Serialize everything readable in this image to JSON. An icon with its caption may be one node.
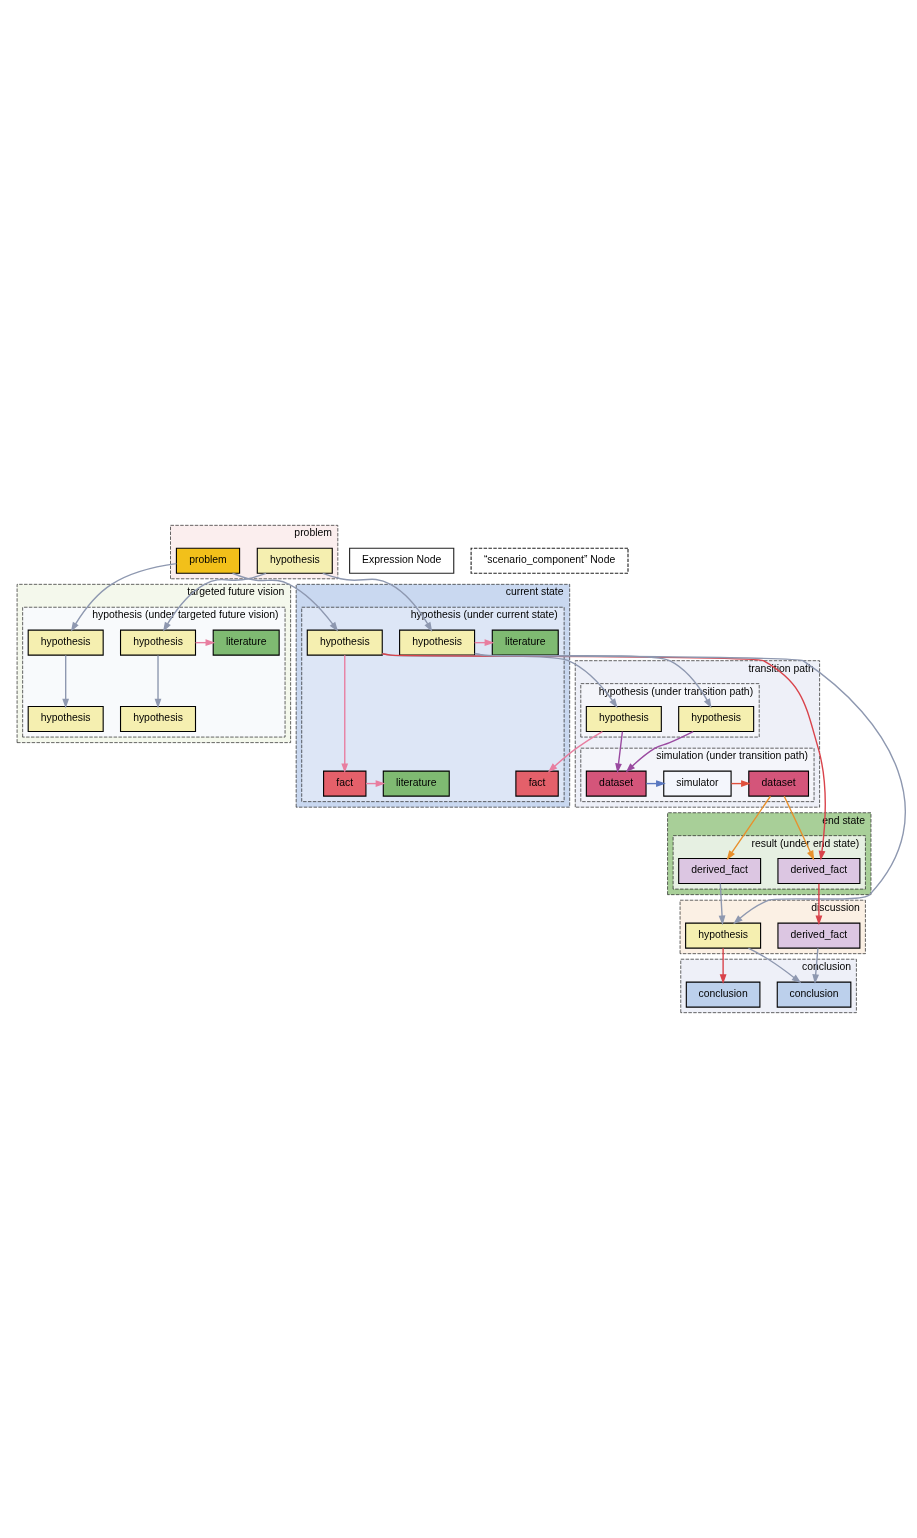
{
  "diagram": {
    "nodes": [
      {
        "text": [
          "problem"
        ]
      },
      {
        "text": [
          "problem"
        ],
        "in": 0
      },
      {
        "text": [
          "hypothesis"
        ],
        "in": 0
      },
      {
        "text": [
          "targeted future vision"
        ]
      },
      {
        "text": [
          "hypothesis (under targeted future vision)"
        ],
        "in": 3
      },
      {
        "text": [
          "hypothesis"
        ],
        "in": 4
      },
      {
        "text": [
          "hypothesis"
        ],
        "in": 4
      },
      {
        "text": [
          "literature"
        ],
        "in": 4
      },
      {
        "text": [
          "hypothesis"
        ],
        "in": 4
      },
      {
        "text": [
          "hypothesis"
        ],
        "in": 4
      },
      {
        "text": [
          "current state"
        ]
      },
      {
        "text": [
          "hypothesis (under current state)"
        ],
        "in": 10
      },
      {
        "text": [
          "fact"
        ],
        "in": 11
      },
      {
        "text": [
          "fact"
        ],
        "in": 11
      },
      {
        "text": [
          "literature"
        ],
        "in": 11
      },
      {
        "text": [
          "hypothesis"
        ],
        "in": 11
      },
      {
        "text": [
          "hypothesis"
        ],
        "in": 11
      },
      {
        "text": [
          "literature"
        ],
        "in": 11
      },
      {
        "text": [
          "transition path"
        ]
      },
      {
        "text": [
          "hypothesis (under transition path)"
        ],
        "in": 18
      },
      {
        "text": [
          "hypothesis"
        ],
        "in": 19
      },
      {
        "text": [
          "hypothesis"
        ],
        "in": 19
      },
      {
        "text": [
          "simulation (under transition path)"
        ],
        "in": 18
      },
      {
        "text": [
          "dataset"
        ],
        "in": 22
      },
      {
        "text": [
          "simulator"
        ],
        "in": 22
      },
      {
        "text": [
          "dataset"
        ],
        "in": 22
      },
      {
        "text": [
          "end state"
        ]
      },
      {
        "text": [
          "result (under end state)"
        ],
        "in": 26
      },
      {
        "text": [
          "derived_fact"
        ],
        "in": 27
      },
      {
        "text": [
          "derived_fact"
        ],
        "in": 27
      },
      {
        "text": [
          "discussion"
        ]
      },
      {
        "text": [
          "derived_fact"
        ],
        "in": 30
      },
      {
        "text": [
          "hypothesis"
        ],
        "in": 30
      },
      {
        "text": [
          "conclusion"
        ]
      },
      {
        "text": [
          "conclusion"
        ],
        "in": 33
      },
      {
        "text": [
          "conclusion"
        ],
        "in": 33
      }
    ],
    "edges": [
      {
        "from": 1,
        "to": 5,
        "arrow": "to"
      },
      {
        "from": 1,
        "to": 15,
        "arrow": "to"
      },
      {
        "from": 2,
        "to": 6,
        "arrow": "to"
      },
      {
        "from": 2,
        "to": 16,
        "arrow": "to"
      },
      {
        "from": 5,
        "to": 8,
        "arrow": "to"
      },
      {
        "from": 6,
        "to": 9,
        "arrow": "to"
      },
      {
        "from": 6,
        "to": 7,
        "arrow": "to",
        "color": "#e87ea0"
      },
      {
        "from": 15,
        "to": 13,
        "arrow": "to",
        "color": "#e87ea0"
      },
      {
        "from": 20,
        "to": 12,
        "arrow": "to",
        "color": "#e87ea0"
      },
      {
        "from": 13,
        "to": 14,
        "arrow": "to",
        "color": "#e87ea0"
      },
      {
        "from": 16,
        "to": 17,
        "arrow": "to",
        "color": "#e87ea0"
      },
      {
        "from": 15,
        "to": 20,
        "arrow": "to"
      },
      {
        "from": 15,
        "to": 28,
        "arrow": "to",
        "color": "#d9434b"
      },
      {
        "from": 16,
        "to": 21,
        "arrow": "to"
      },
      {
        "from": 16,
        "to": 32,
        "arrow": "to"
      },
      {
        "from": 20,
        "to": 23,
        "arrow": "to",
        "color": "#9a4aa0"
      },
      {
        "from": 21,
        "to": 23,
        "arrow": "to",
        "color": "#9a4aa0"
      },
      {
        "from": 23,
        "to": 24,
        "arrow": "to",
        "color": "#5a78c0"
      },
      {
        "from": 24,
        "to": 25,
        "arrow": "to",
        "color": "#e0503c"
      },
      {
        "from": 25,
        "to": 28,
        "arrow": "to",
        "color": "#e8902c"
      },
      {
        "from": 25,
        "to": 29,
        "arrow": "to",
        "color": "#e8902c"
      },
      {
        "from": 28,
        "to": 31,
        "arrow": "to",
        "color": "#d9434b"
      },
      {
        "from": 29,
        "to": 32,
        "arrow": "to"
      },
      {
        "from": 31,
        "to": 34,
        "arrow": "to"
      },
      {
        "from": 32,
        "to": 34,
        "arrow": "to"
      },
      {
        "from": 32,
        "to": 35,
        "arrow": "to",
        "color": "#d9434b"
      }
    ],
    "legend": [
      {
        "text": "Expression Node"
      },
      {
        "text": "“scenario_component” Node"
      }
    ]
  }
}
